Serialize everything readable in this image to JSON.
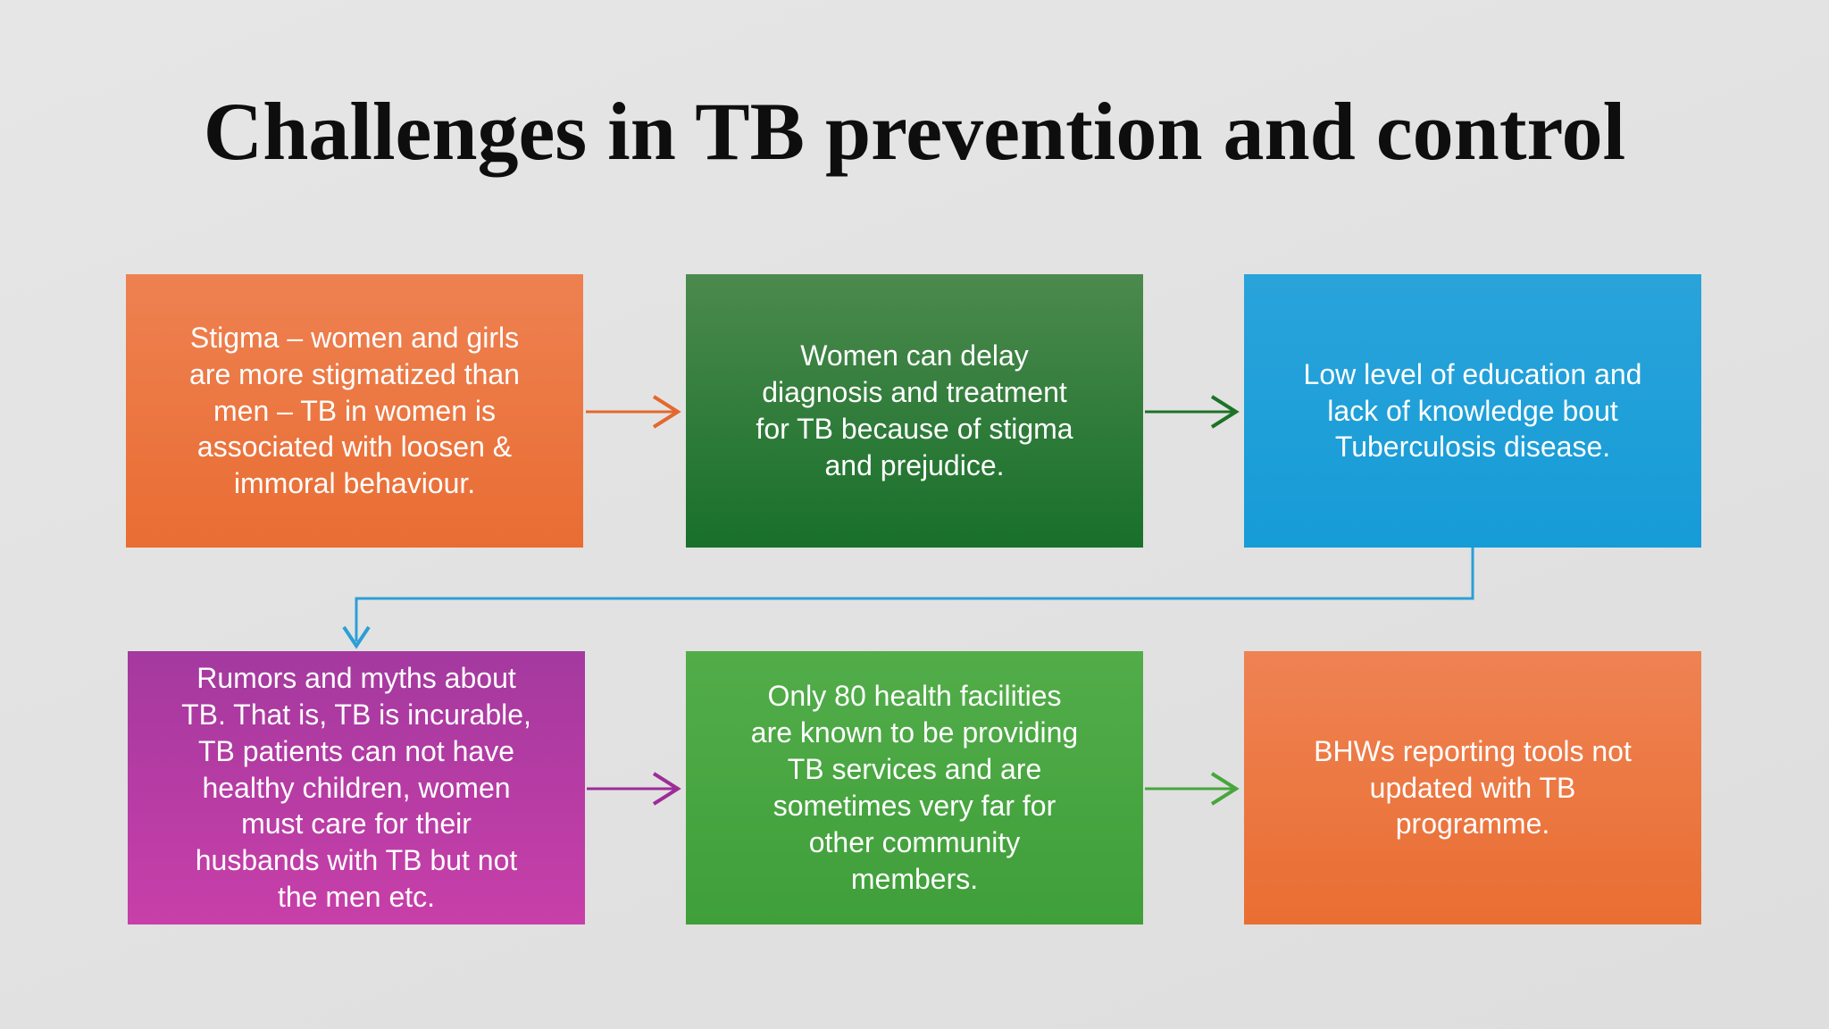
{
  "slide": {
    "title": "Challenges in TB prevention and control",
    "title_color": "#0e0e0e",
    "background_top": "#e6e6e6",
    "background_bottom": "#dedede",
    "box_text_color": "#ffffff"
  },
  "boxes": [
    {
      "name": "stigma",
      "text": "Stigma – women and girls are more stigmatized than men – TB in women is associated with loosen & immoral behaviour.",
      "color_top": "#ee8151",
      "color_bottom": "#e96d33"
    },
    {
      "name": "delayed-diagnosis",
      "text": "Women can delay diagnosis and treatment for TB because of stigma and prejudice.",
      "color_top": "#4c8a4d",
      "color_bottom": "#18702a"
    },
    {
      "name": "low-education",
      "text": "Low level of education and lack of knowledge bout Tuberculosis disease.",
      "color_top": "#2aa3da",
      "color_bottom": "#169cd7"
    },
    {
      "name": "rumors-myths",
      "text": "Rumors and myths about TB. That is, TB is incurable, TB patients can not have healthy children, women must care for their husbands with TB but not the men etc.",
      "color_top": "#a4399f",
      "color_bottom": "#c83fa9"
    },
    {
      "name": "health-facilities",
      "text": "Only 80 health facilities are known to be providing TB services and are sometimes very far for other community members.",
      "color_top": "#52ad49",
      "color_bottom": "#3f9f3a"
    },
    {
      "name": "bhw-reporting-tools",
      "text": "BHWs reporting tools not updated with TB programme.",
      "color_top": "#ef8253",
      "color_bottom": "#e96e32"
    }
  ],
  "connectors": [
    {
      "from": "stigma",
      "to": "delayed-diagnosis",
      "color": "#e4682e"
    },
    {
      "from": "delayed-diagnosis",
      "to": "low-education",
      "color": "#1d7227"
    },
    {
      "from": "low-education",
      "to": "rumors-myths",
      "color": "#2b9fd6"
    },
    {
      "from": "rumors-myths",
      "to": "health-facilities",
      "color": "#9e2c98"
    },
    {
      "from": "health-facilities",
      "to": "bhw-reporting-tools",
      "color": "#47a63c"
    }
  ]
}
